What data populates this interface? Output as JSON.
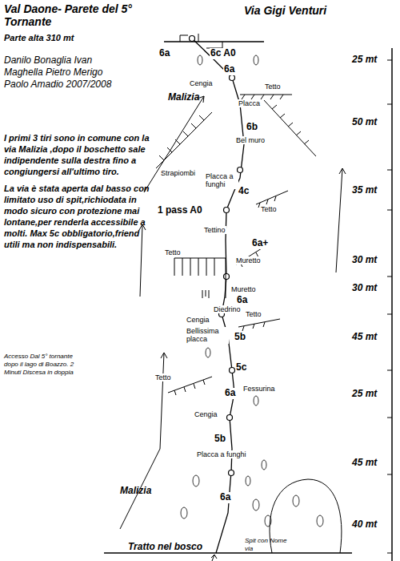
{
  "diagram": {
    "title": "Via Gigi Venturi",
    "labels": [
      "Val Daone- Parete del 5° Tornante",
      "Parte alta 310 mt",
      "Danilo Bonaglia Ivan Maghella Pietro Merigo Paolo Amadio 2007/2008",
      "I primi 3 tiri sono in comune con la via Malizia ,dopo il boschetto sale indipendente sulla destra fino a congiungersi all'ultimo tiro.",
      "La via è stata aperta dal basso con limitato uso di spit,richiodata in modo sicuro con protezione mai lontane,per renderla accessibile a molti. Max 5c obbligatorio,friend utili ma non indispensabili.",
      "Accesso Dal 5° tornante dopo il lago di Boazzo. 2 Minuti Discesa in doppia",
      "6a",
      "6c A0",
      "6a",
      "Cengia",
      "Malizia",
      "Placca",
      "Tetto",
      "6b",
      "Bel muro",
      "Strapiombi",
      "Placca a funghi",
      "4c",
      "Tetto",
      "1 pass A0",
      "Tettino",
      "Tetto",
      "6a+",
      "Muretto",
      "Muretto",
      "6a",
      "Diedrino",
      "Cengia",
      "Tetto",
      "Bellissima placca",
      "5b",
      "5c",
      "Fessurina",
      "Tetto",
      "6a",
      "Cengia",
      "5b",
      "Placca a funghi",
      "Malizia",
      "6a",
      "Spit con Nome via",
      "Tratto nel bosco",
      "25 mt",
      "50 mt",
      "35 mt",
      "30 mt",
      "30 mt",
      "45 mt",
      "25 mt",
      "45 mt",
      "40 mt"
    ]
  }
}
